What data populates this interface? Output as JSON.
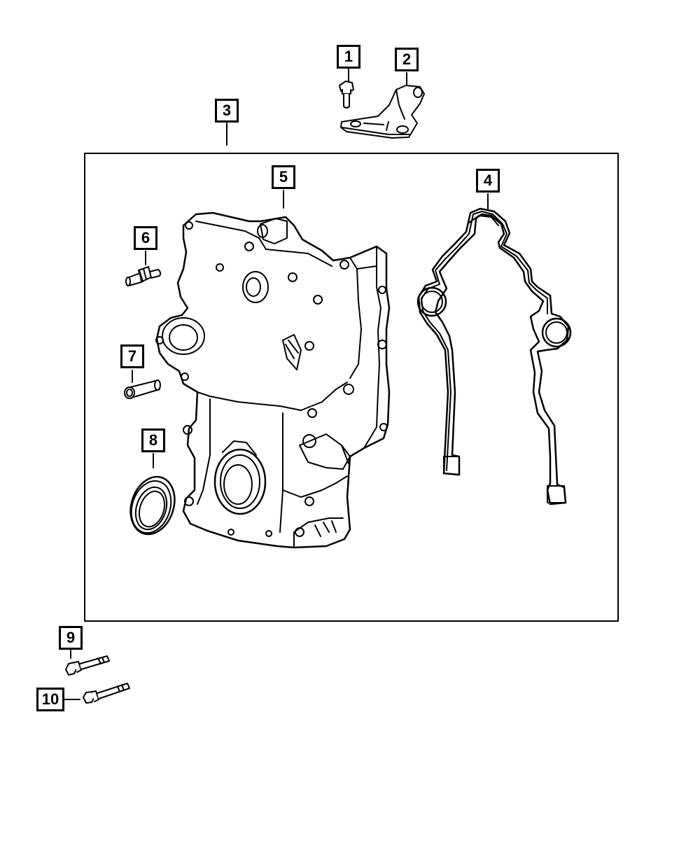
{
  "colors": {
    "line": "#000000",
    "background": "#ffffff",
    "part_fill": "#ffffff"
  },
  "callouts": [
    {
      "id": "1",
      "label": "1",
      "part": "bolt"
    },
    {
      "id": "2",
      "label": "2",
      "part": "bracket"
    },
    {
      "id": "3",
      "label": "3",
      "part": "timing-cover-kit"
    },
    {
      "id": "4",
      "label": "4",
      "part": "gasket"
    },
    {
      "id": "5",
      "label": "5",
      "part": "timing-cover"
    },
    {
      "id": "6",
      "label": "6",
      "part": "stud"
    },
    {
      "id": "7",
      "label": "7",
      "part": "dowel-pin"
    },
    {
      "id": "8",
      "label": "8",
      "part": "crankshaft-seal"
    },
    {
      "id": "9",
      "label": "9",
      "part": "bolt"
    },
    {
      "id": "10",
      "label": "10",
      "part": "bolt"
    }
  ]
}
